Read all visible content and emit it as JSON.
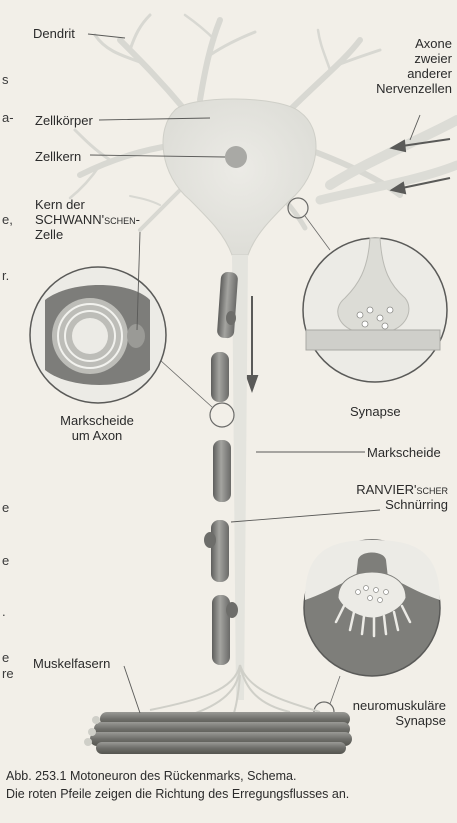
{
  "labels": {
    "dendrit": "Dendrit",
    "axone": [
      "Axone",
      "zweier",
      "anderer",
      "Nervenzellen"
    ],
    "zellkoerper": "Zellkörper",
    "zellkern": "Zellkern",
    "kern_der": [
      "Kern der",
      "SCHWANN'schen-",
      "Zelle"
    ],
    "markscheide_um_axon": [
      "Markscheide",
      "um Axon"
    ],
    "synapse": "Synapse",
    "markscheide": "Markscheide",
    "ranvier": [
      "RANVIER'scher",
      "Schnürring"
    ],
    "muskelfasern": "Muskelfasern",
    "neuromuskulaere": [
      "neuromuskuläre",
      "Synapse"
    ]
  },
  "left_edge_fragments": [
    "s",
    "a-",
    "e,",
    "r.",
    "e",
    "e",
    ".",
    "e",
    "re"
  ],
  "caption": [
    "Abb. 253.1  Motoneuron des Rückenmarks, Schema.",
    "Die roten Pfeile zeigen die Richtung des Erregungsflusses an."
  ],
  "colors": {
    "background": "#f2efe8",
    "cell": "#e2e2dc",
    "sheath": "#8c8c8a",
    "sheath_dark": "#5e5e5c",
    "nucleus": "#a9a9a5",
    "muscle": "#7c7c78",
    "synapse_dark": "#7e7e7a"
  }
}
